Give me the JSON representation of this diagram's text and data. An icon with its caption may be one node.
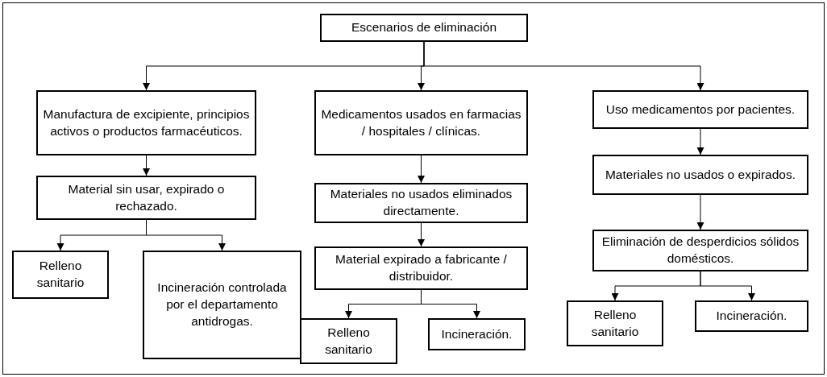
{
  "diagram": {
    "nodes": [
      {
        "text": [
          "Escenarios de eliminación"
        ]
      },
      {
        "text": [
          "Manufactura de excipiente, principios activos o productos farmacéuticos."
        ]
      },
      {
        "text": [
          "Medicamentos usados en farmacias / hospitales / clínicas."
        ]
      },
      {
        "text": [
          "Uso medicamentos por pacientes."
        ]
      },
      {
        "text": [
          "Material sin usar, expirado o rechazado."
        ]
      },
      {
        "text": [
          "Materiales no usados eliminados directamente."
        ]
      },
      {
        "text": [
          "Materiales no usados o expirados."
        ]
      },
      {
        "text": [
          "Relleno sanitario"
        ]
      },
      {
        "text": [
          "Incineración controlada por el departamento antidrogas."
        ]
      },
      {
        "text": [
          "Material expirado a fabricante / distribuidor."
        ]
      },
      {
        "text": [
          "Eliminación de desperdicios sólidos domésticos."
        ]
      },
      {
        "text": [
          "Relleno sanitario"
        ]
      },
      {
        "text": [
          "Incineración."
        ]
      },
      {
        "text": [
          "Relleno sanitario"
        ]
      },
      {
        "text": [
          "Incineración."
        ]
      }
    ],
    "edges": [
      {
        "from": 0,
        "to": 1,
        "arrow": "to"
      },
      {
        "from": 0,
        "to": 2,
        "arrow": "to"
      },
      {
        "from": 0,
        "to": 3,
        "arrow": "to"
      },
      {
        "from": 1,
        "to": 4,
        "arrow": "to"
      },
      {
        "from": 4,
        "to": 7,
        "arrow": "to"
      },
      {
        "from": 4,
        "to": 8,
        "arrow": "to"
      },
      {
        "from": 2,
        "to": 5,
        "arrow": "to"
      },
      {
        "from": 5,
        "to": 9,
        "arrow": "to"
      },
      {
        "from": 9,
        "to": 11,
        "arrow": "to"
      },
      {
        "from": 9,
        "to": 12,
        "arrow": "to"
      },
      {
        "from": 3,
        "to": 6,
        "arrow": "to"
      },
      {
        "from": 6,
        "to": 10,
        "arrow": "to"
      },
      {
        "from": 10,
        "to": 13,
        "arrow": "to"
      },
      {
        "from": 10,
        "to": 14,
        "arrow": "to"
      }
    ]
  }
}
